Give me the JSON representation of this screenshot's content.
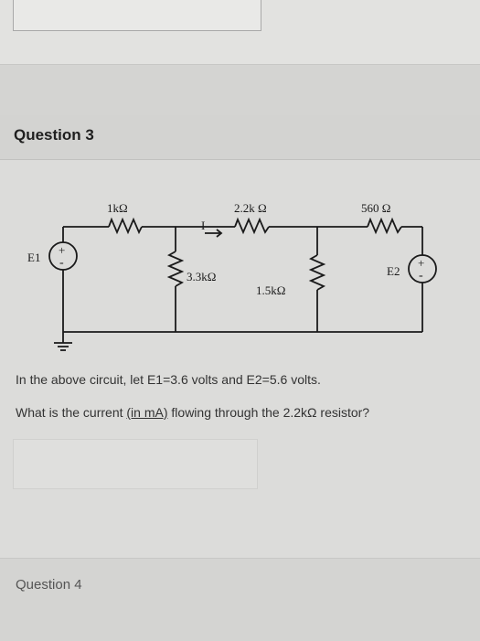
{
  "question3": {
    "title": "Question 3",
    "circuit": {
      "r1_label": "1kΩ",
      "r2_label": "2.2k Ω",
      "r3_label": "560 Ω",
      "r4_label": "3.3kΩ",
      "r5_label": "1.5kΩ",
      "current_label": "I",
      "e1_label": "E1",
      "e2_label": "E2",
      "plus_symbol": "+",
      "minus_symbol": "-"
    },
    "text_line1": "In the above circuit, let E1=3.6 volts and E2=5.6 volts.",
    "text_line2_before": "What is the current ",
    "text_line2_underlined": "(in mA)",
    "text_line2_after": " flowing through the 2.2kΩ resistor?"
  },
  "question4": {
    "title": "Question 4"
  }
}
